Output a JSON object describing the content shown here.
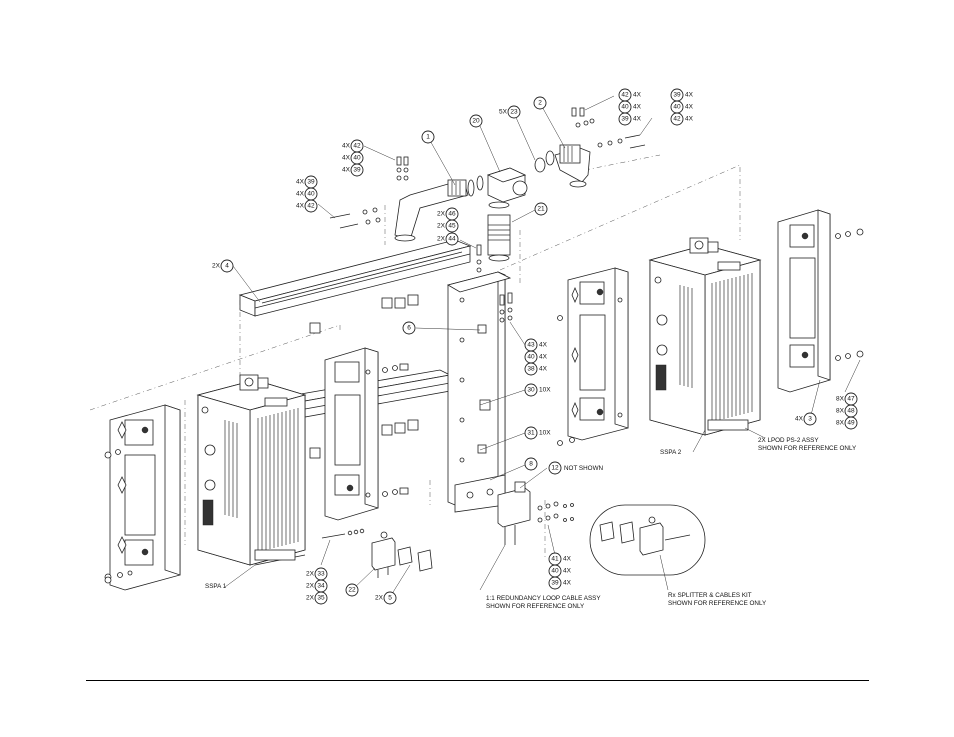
{
  "balloons": {
    "b42a": "42",
    "b40a": "40",
    "b39a": "39",
    "b39b": "39",
    "b40b": "40",
    "b42b": "42",
    "b1": "1",
    "b20": "20",
    "b23": "23",
    "b2": "2",
    "b42c": "42",
    "b40c": "40",
    "b39c": "39",
    "b39d": "39",
    "b40d": "40",
    "b42d": "42",
    "b46": "46",
    "b45": "45",
    "b44": "44",
    "b21": "21",
    "b4": "4",
    "b6": "6",
    "b43": "43",
    "b40e": "40",
    "b38": "38",
    "b30": "30",
    "b31": "31",
    "b8": "8",
    "b12": "12",
    "b47": "47",
    "b48": "48",
    "b49": "49",
    "b3": "3",
    "b33": "33",
    "b34": "34",
    "b35": "35",
    "b22": "22",
    "b5": "5",
    "b41": "41",
    "b40f": "40",
    "b39e": "39"
  },
  "quantities": {
    "q4x": "4X",
    "q5x": "5X",
    "q2x": "2X",
    "q10x": "10X",
    "q8x": "8X"
  },
  "labels": {
    "not_shown": "NOT SHOWN",
    "sspa1": "SSPA 1",
    "sspa2": "SSPA 2",
    "lpod_line1": "2X LPOD PS-2 ASSY",
    "lpod_line2": "SHOWN FOR REFERENCE ONLY",
    "loop_line1": "1:1 REDUNDANCY LOOP CABLE ASSY",
    "loop_line2": "SHOWN FOR REFERENCE ONLY",
    "rx_line1": "Rx SPLITTER & CABLES KIT",
    "rx_line2": "SHOWN FOR REFERENCE ONLY"
  }
}
